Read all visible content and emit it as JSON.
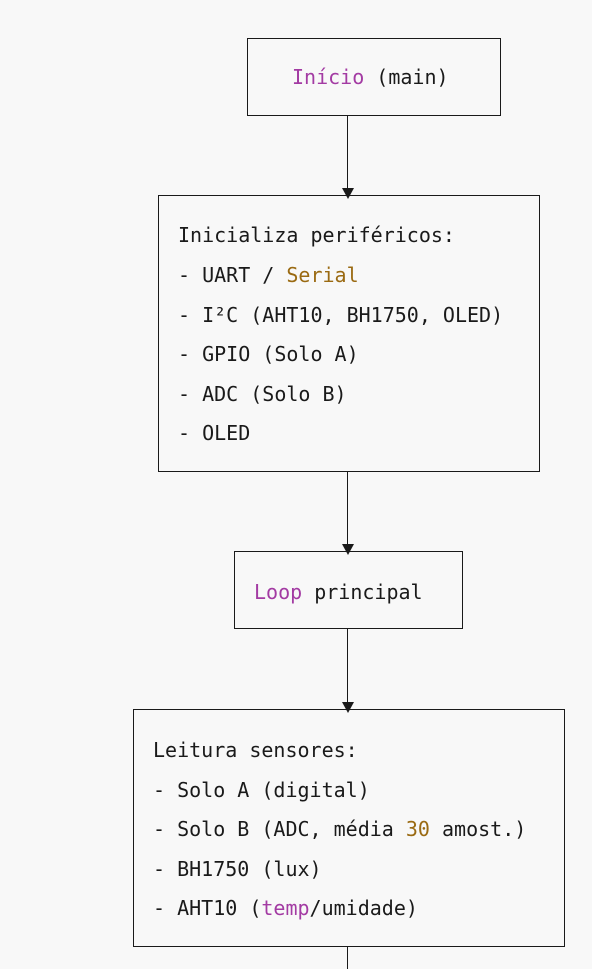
{
  "boxes": {
    "start": {
      "title_kw": "Início",
      "title_rest": " (main)"
    },
    "init": {
      "header": "Inicializa periféricos:",
      "lines": [
        "- UART / ",
        "- I²C (AHT10, BH1750, OLED)",
        "- GPIO (Solo A)",
        "- ADC (Solo B)",
        "- OLED"
      ],
      "serial": "Serial"
    },
    "loop": {
      "title_kw": "Loop",
      "title_rest": " principal"
    },
    "read": {
      "header": "Leitura sensores:",
      "lines": {
        "solo_a": "- Solo A (digital)",
        "solo_b_prefix": "- Solo B (ADC, média ",
        "solo_b_num": "30",
        "solo_b_suffix": " amost.)",
        "bh1750": "- BH1750 (lux)",
        "aht10_prefix": "- AHT10 (",
        "aht10_kw": "temp",
        "aht10_suffix": "/umidade)"
      }
    }
  },
  "colors": {
    "keyword": "#a33ba3",
    "class": "#9a6a12"
  }
}
